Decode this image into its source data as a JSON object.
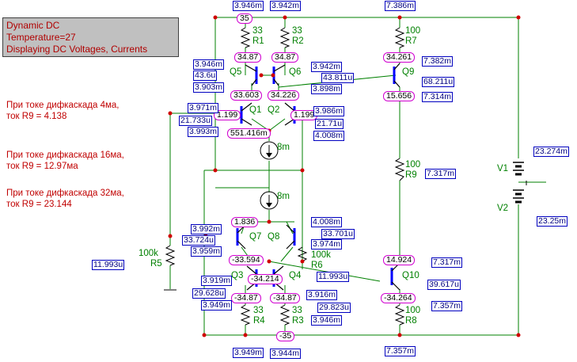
{
  "info_box": {
    "line1": "Dynamic DC",
    "line2": "Temperature=27",
    "line3": "Displaying DC Voltages, Currents"
  },
  "notes": [
    "При токе дифкаскада 4ма,",
    "ток R9 = 4.138",
    "При токе дифкаскада 16ма,",
    "ток R9 = 12.97ма",
    "При токе дифкаскада 32ма,",
    "ток R9 = 23.144"
  ],
  "components": {
    "R1": {
      "name": "R1",
      "value": "33"
    },
    "R2": {
      "name": "R2",
      "value": "33"
    },
    "R3": {
      "name": "R3",
      "value": "33"
    },
    "R4": {
      "name": "R4",
      "value": "33"
    },
    "R5": {
      "name": "R5",
      "value": "100k"
    },
    "R6": {
      "name": "R6",
      "value": "100k"
    },
    "R7": {
      "name": "R7",
      "value": "100"
    },
    "R8": {
      "name": "R8",
      "value": "100"
    },
    "R9": {
      "name": "R9",
      "value": "100"
    },
    "Q1": "Q1",
    "Q2": "Q2",
    "Q3": "Q3",
    "Q4": "Q4",
    "Q5": "Q5",
    "Q6": "Q6",
    "Q7": "Q7",
    "Q8": "Q8",
    "Q9": "Q9",
    "Q10": "Q10",
    "V1": "V1",
    "V2": "V2",
    "I_top": "8m",
    "I_bot": "8m"
  },
  "voltages": {
    "top_rail": "35",
    "bot_rail": "-35",
    "q5_e": "34.87",
    "q6_e": "34.87",
    "q9_e": "34.261",
    "q5_c": "33.603",
    "q6_c": "34.226",
    "q1_b": "1.199",
    "q2_b": "1.199",
    "q1_e": "551.416m",
    "q9_c": "15.656",
    "q7_e": "1.836",
    "q10_e": "14.924",
    "q7_c": "-33.594",
    "q8_c": "-34.214",
    "q3_e": "-34.87",
    "q4_e": "-34.87",
    "q10_c": "-34.264"
  },
  "currents": {
    "c_top1": "3.946m",
    "c_top2": "3.942m",
    "c_top3": "7.386m",
    "c_q5a": "3.946m",
    "c_q5b": "43.6u",
    "c_q5c": "3.903m",
    "c_q6a": "3.942m",
    "c_q6b": "43.811u",
    "c_q6c": "3.898m",
    "c_q9a": "7.382m",
    "c_q9b": "68.211u",
    "c_q9c": "7.314m",
    "c_q1a": "3.971m",
    "c_q1b": "21.733u",
    "c_q1c": "3.993m",
    "c_q2a": "3.986m",
    "c_q2b": "21.71u",
    "c_q2c": "4.008m",
    "c_v1": "23.274m",
    "c_r9": "7.317m",
    "c_v2": "23.25m",
    "c_q8a": "4.008m",
    "c_q8b": "33.701u",
    "c_q8c": "3.974m",
    "c_q7a": "3.992m",
    "c_q7b": "33.724u",
    "c_q7c": "3.959m",
    "c_r5": "11.993u",
    "c_r6": "11.993u",
    "c_q10a": "7.317m",
    "c_q10b": "39.617u",
    "c_q10c": "7.357m",
    "c_q3a": "3.919m",
    "c_q3b": "29.628u",
    "c_q3c": "3.949m",
    "c_q4a": "3.916m",
    "c_q4b": "29.823u",
    "c_q4c": "3.946m",
    "c_bot1": "3.949m",
    "c_bot2": "3.944m",
    "c_bot3": "7.357m"
  }
}
